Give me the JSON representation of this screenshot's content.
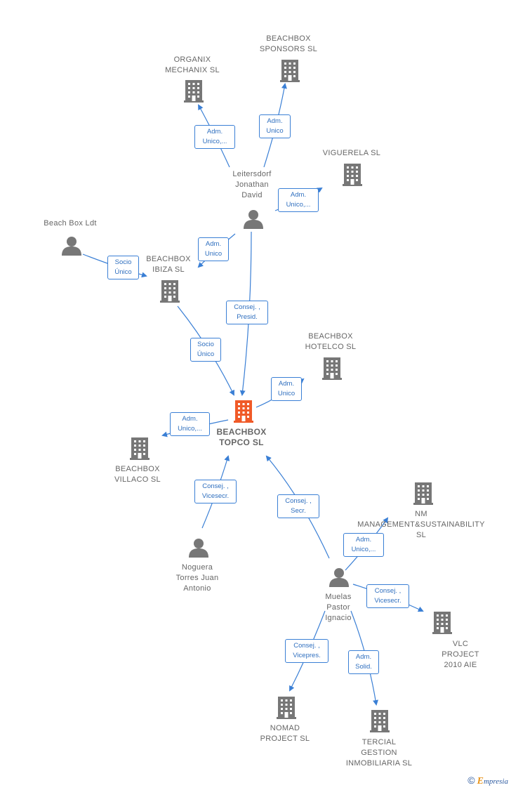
{
  "nodes": {
    "organix": {
      "label": "ORGANIX\nMECHANIX  SL",
      "icon": "building-icon"
    },
    "sponsors": {
      "label": "BEACHBOX\nSPONSORS  SL",
      "icon": "building-icon"
    },
    "viguerela": {
      "label": "VIGUERELA  SL",
      "icon": "building-icon"
    },
    "leitersdorf": {
      "label": "Leitersdorf\nJonathan\nDavid",
      "icon": "person-icon"
    },
    "beachboxldt": {
      "label": "Beach Box Ldt",
      "icon": "person-icon"
    },
    "ibiza": {
      "label": "BEACHBOX\nIBIZA  SL",
      "icon": "building-icon"
    },
    "hotelco": {
      "label": "BEACHBOX\nHOTELCO  SL",
      "icon": "building-icon"
    },
    "topco": {
      "label": "BEACHBOX\nTOPCO  SL",
      "icon": "building-icon",
      "color": "#f05a28"
    },
    "villaco": {
      "label": "BEACHBOX\nVILLACO  SL",
      "icon": "building-icon"
    },
    "nm": {
      "label": "NM\nMANAGEMENT&SUSTAINABILITY\nSL",
      "icon": "building-icon"
    },
    "noguera": {
      "label": "Noguera\nTorres Juan\nAntonio",
      "icon": "person-icon"
    },
    "muelas": {
      "label": "Muelas\nPastor\nIgnacio",
      "icon": "person-icon"
    },
    "vlc": {
      "label": "VLC\nPROJECT\n2010 AIE",
      "icon": "building-icon"
    },
    "nomad": {
      "label": "NOMAD\nPROJECT SL",
      "icon": "building-icon"
    },
    "tercial": {
      "label": "TERCIAL\nGESTION\nINMOBILIARIA SL",
      "icon": "building-icon"
    }
  },
  "edges": {
    "e1": "Adm.\nUnico,...",
    "e2": "Adm.\nUnico",
    "e3": "Adm.\nUnico,...",
    "e4": "Adm.\nUnico",
    "e5": "Socio\nÚnico",
    "e6": "Consej. ,\nPresid.",
    "e7": "Socio\nÚnico",
    "e8": "Adm.\nUnico",
    "e9": "Adm.\nUnico,...",
    "e10": "Consej. ,\nVicesecr.",
    "e11": "Consej. ,\nSecr.",
    "e12": "Adm.\nUnico,...",
    "e13": "Consej. ,\nVicesecr.",
    "e14": "Consej. ,\nVicepres.",
    "e15": "Adm.\nSolid."
  },
  "colors": {
    "edge": "#3a7fd5",
    "node": "#777777",
    "highlight": "#f05a28"
  },
  "footer": {
    "symbol": "©",
    "brand_initial": "E",
    "brand_rest": "mpresia"
  }
}
